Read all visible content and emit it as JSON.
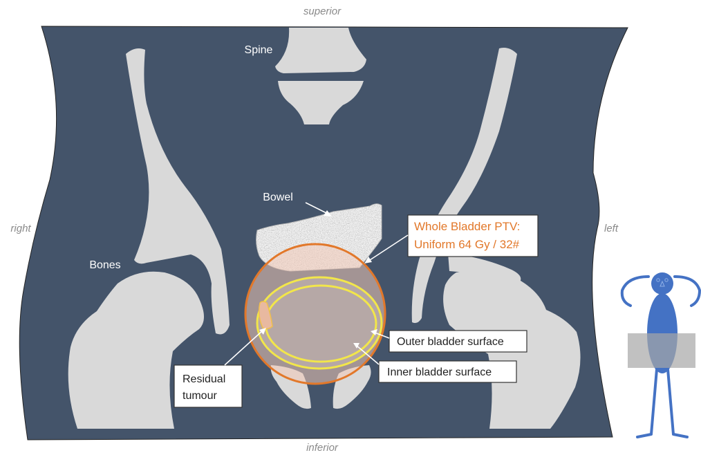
{
  "orientation": {
    "superior": "superior",
    "inferior": "inferior",
    "right": "right",
    "left": "left"
  },
  "labels": {
    "spine": "Spine",
    "bowel": "Bowel",
    "bones": "Bones",
    "ptv_line1": "Whole Bladder PTV:",
    "ptv_line2": "Uniform 64 Gy / 32#",
    "outer_surface": "Outer bladder surface",
    "inner_surface": "Inner bladder surface",
    "residual_line1": "Residual",
    "residual_line2": "tumour"
  },
  "colors": {
    "body": "#44546a",
    "bone": "#d9d9d9",
    "ptv": "#e2782a",
    "bladder_outline": "#f2e64a",
    "figure": "#4472c4"
  }
}
